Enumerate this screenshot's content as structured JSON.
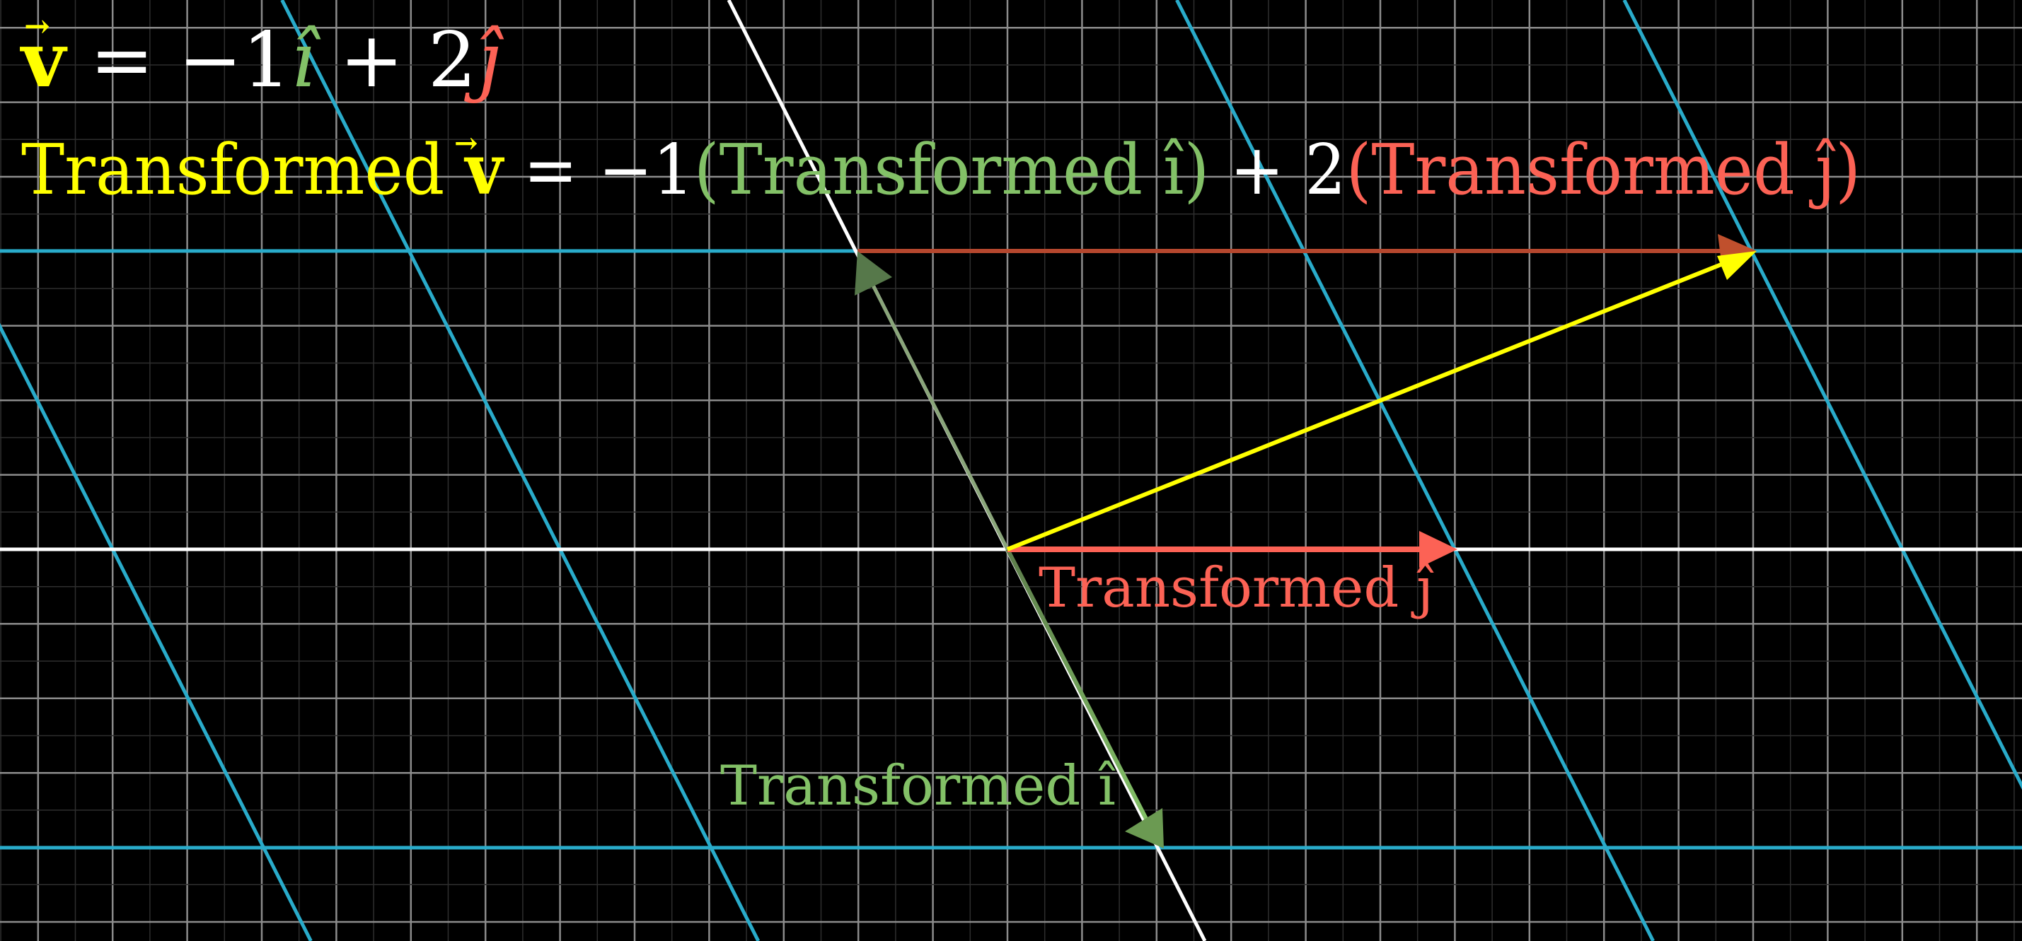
{
  "colors": {
    "background": "#000000",
    "background_grid": "#3a3a3a",
    "background_axis": "#c8c8c8",
    "transformed_grid": "#29abca",
    "transformed_axis": "#ffffff",
    "i_hat": "#83c167",
    "i_hat_arrow": "#5a7a48",
    "j_hat": "#fc6255",
    "j_hat_dark": "#b5472e",
    "vector_v": "#ffff00",
    "equation_text": "#ffffff"
  },
  "equations": {
    "line1": {
      "v_symbol": "v",
      "eq_minus_one": " = −1",
      "i_hat": "ı̂",
      "plus_two": " + 2",
      "j_hat": "ȷ̂"
    },
    "line2": {
      "transformed_prefix": "Transformed ",
      "v_symbol": "v",
      "eq_minus_one": " = −1",
      "i_term": "(Transformed ı̂)",
      "plus_two": " + 2",
      "j_term": "(Transformed ȷ̂)"
    }
  },
  "labels": {
    "transformed_j": "Transformed ȷ̂",
    "transformed_i": "Transformed ı̂"
  },
  "linear_map": {
    "i_hat_image": [
      1,
      -2
    ],
    "j_hat_image": [
      3,
      0
    ],
    "v_coords": [
      -1,
      2
    ],
    "scaled_i": [
      -1,
      2
    ],
    "scaled_j": [
      6,
      0
    ],
    "transformed_v": [
      5,
      2
    ]
  }
}
